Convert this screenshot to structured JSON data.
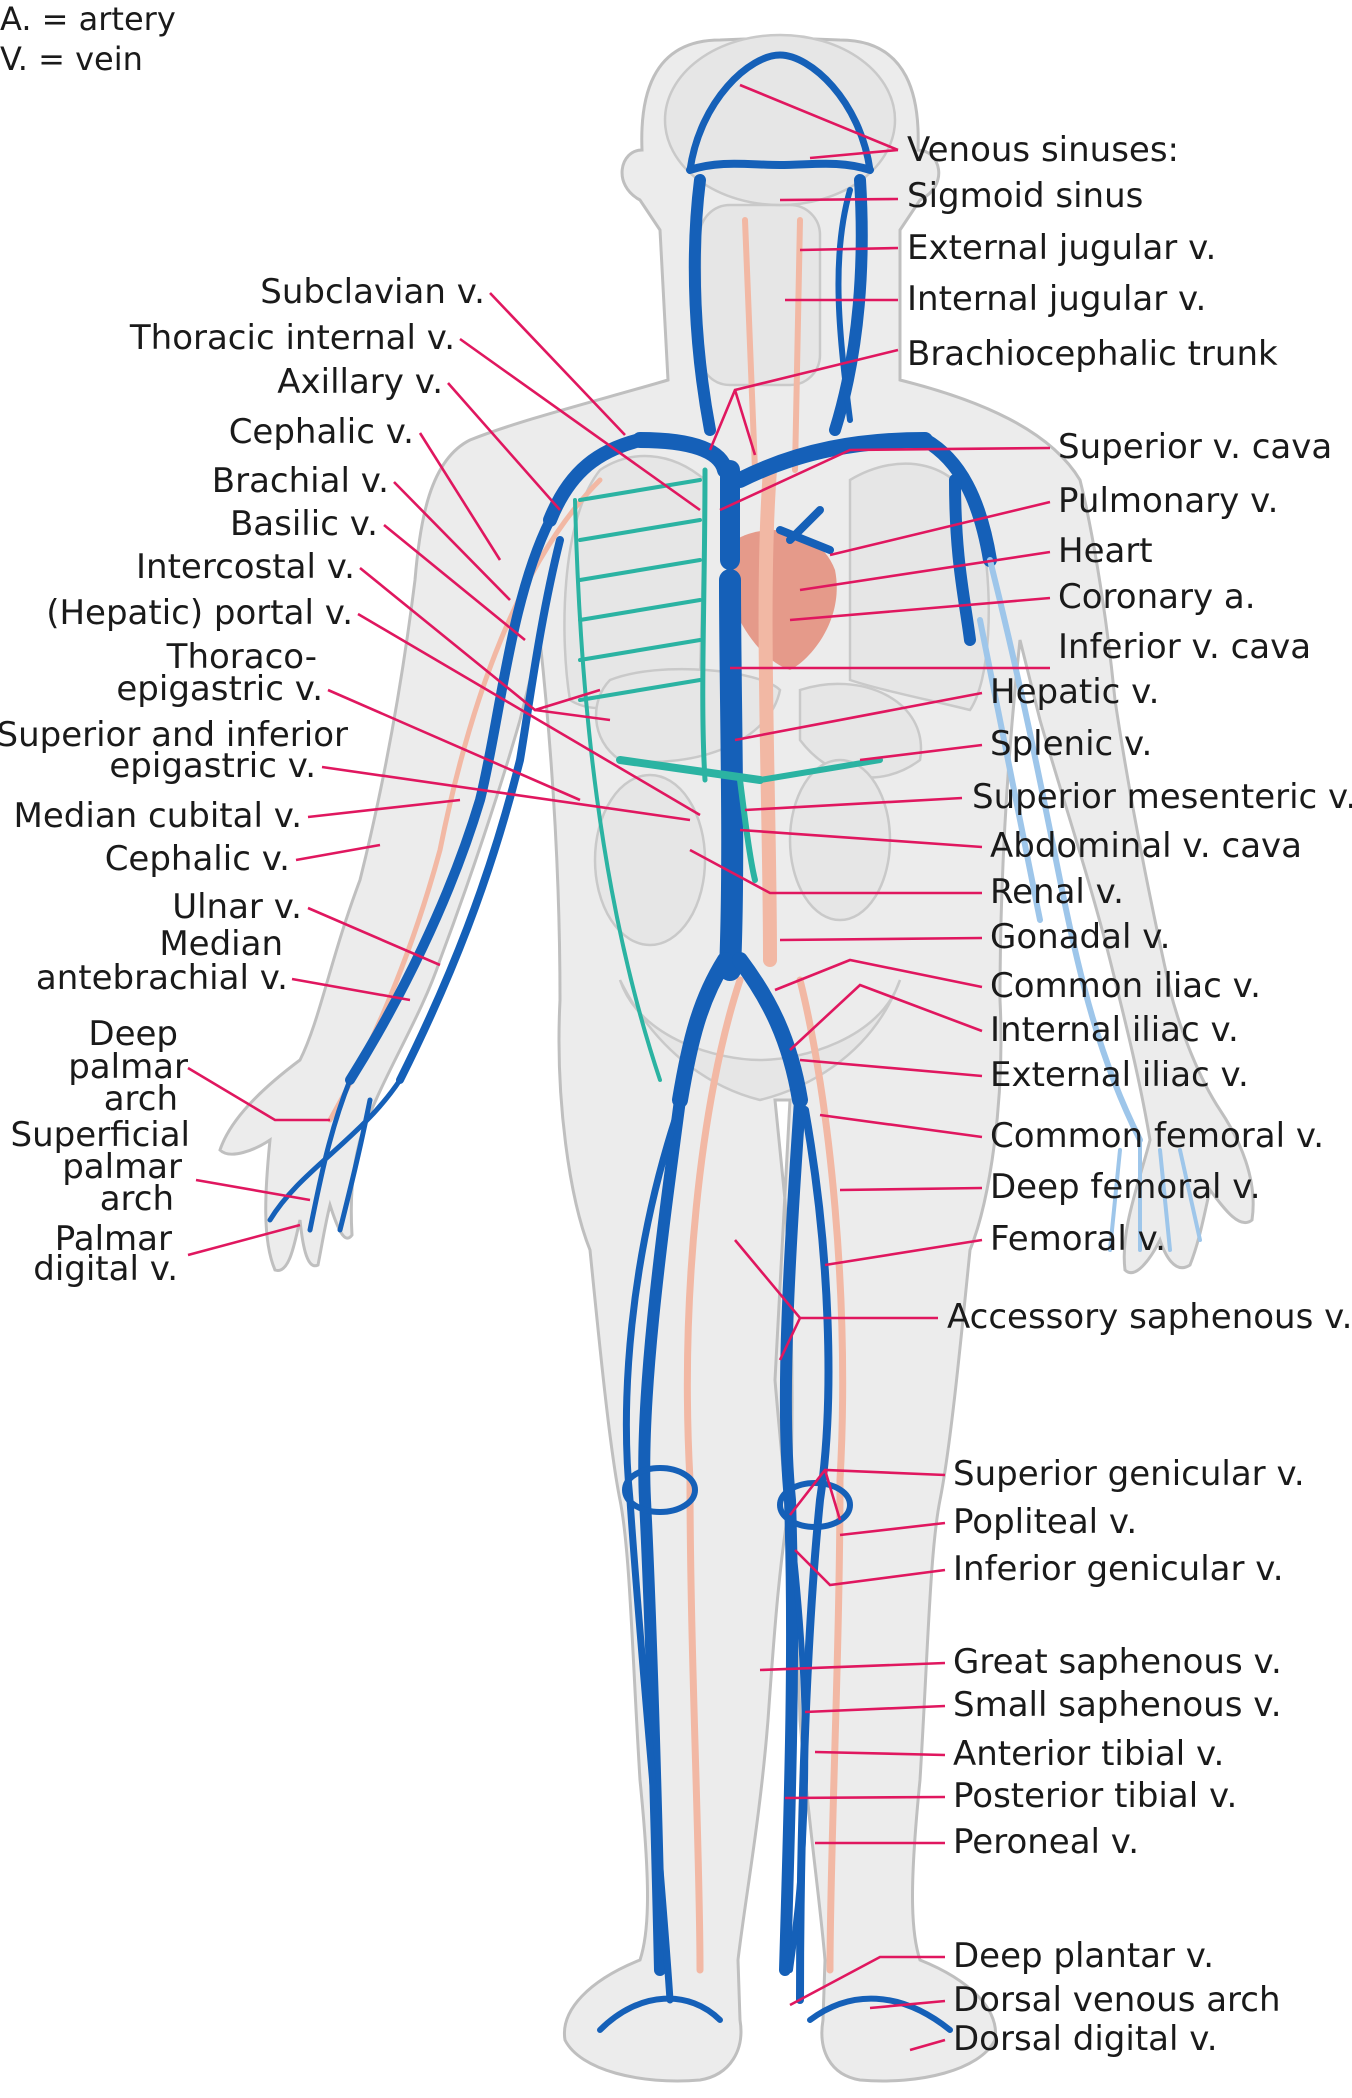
{
  "legend": {
    "artery": "A. = artery",
    "vein": "V. = vein"
  },
  "labels_right": {
    "venous_sinuses": "Venous sinuses:",
    "sigmoid_sinus": "Sigmoid sinus",
    "external_jugular": "External jugular v.",
    "internal_jugular": "Internal jugular v.",
    "brachiocephalic_trunk": "Brachiocephalic trunk",
    "superior_v_cava": "Superior v. cava",
    "pulmonary_v": "Pulmonary v.",
    "heart": "Heart",
    "coronary_a": "Coronary a.",
    "inferior_v_cava": "Inferior v. cava",
    "hepatic_v": "Hepatic v.",
    "splenic_v": "Splenic v.",
    "superior_mesenteric_v": "Superior mesenteric v.",
    "abdominal_v_cava": "Abdominal v. cava",
    "renal_v": "Renal v.",
    "gonadal_v": "Gonadal v.",
    "common_iliac_v": "Common iliac v.",
    "internal_iliac_v": "Internal iliac v.",
    "external_iliac_v": "External iliac v.",
    "common_femoral_v": "Common femoral v.",
    "deep_femoral_v": "Deep femoral v.",
    "femoral_v": "Femoral v.",
    "accessory_saphenous_v": "Accessory saphenous v.",
    "superior_genicular_v": "Superior genicular v.",
    "popliteal_v": "Popliteal v.",
    "inferior_genicular_v": "Inferior genicular v.",
    "great_saphenous_v": "Great saphenous v.",
    "small_saphenous_v": "Small saphenous v.",
    "anterior_tibial_v": "Anterior tibial v.",
    "posterior_tibial_v": "Posterior tibial v.",
    "peroneal_v": "Peroneal v.",
    "deep_plantar_v": "Deep plantar v.",
    "dorsal_venous_arch": "Dorsal venous arch",
    "dorsal_digital_v": "Dorsal digital v."
  },
  "labels_left": {
    "subclavian_v": "Subclavian v.",
    "thoracic_internal_v": "Thoracic internal v.",
    "axillary_v": "Axillary v.",
    "cephalic_v_upper": "Cephalic v.",
    "brachial_v": "Brachial v.",
    "basilic_v": "Basilic v.",
    "intercostal_v": "Intercostal v.",
    "hepatic_portal_v": "(Hepatic) portal v.",
    "thoraco_epigastric_1": "Thoraco-",
    "thoraco_epigastric_2": "epigastric v.",
    "sup_inf_epigastric_1": "Superior and inferior",
    "sup_inf_epigastric_2": "epigastric v.",
    "median_cubital_v": "Median cubital v.",
    "cephalic_v_lower": "Cephalic v.",
    "ulnar_v": "Ulnar v.",
    "median_antebrachial_1": "Median",
    "median_antebrachial_2": "antebrachial v.",
    "deep_palmar_1": "Deep",
    "deep_palmar_2": "palmar",
    "deep_palmar_3": "arch",
    "superficial_palmar_1": "Superficial",
    "superficial_palmar_2": "palmar",
    "superficial_palmar_3": "arch",
    "palmar_digital_1": "Palmar",
    "palmar_digital_2": "digital v."
  },
  "colors": {
    "vein_deep": "#1560b8",
    "vein_light": "#9ec6ea",
    "portal_system": "#2bb3a2",
    "artery": "#f2b8a4",
    "heart": "#e59a8a",
    "leader_line": "#e0175f",
    "skin": "#ececec"
  }
}
